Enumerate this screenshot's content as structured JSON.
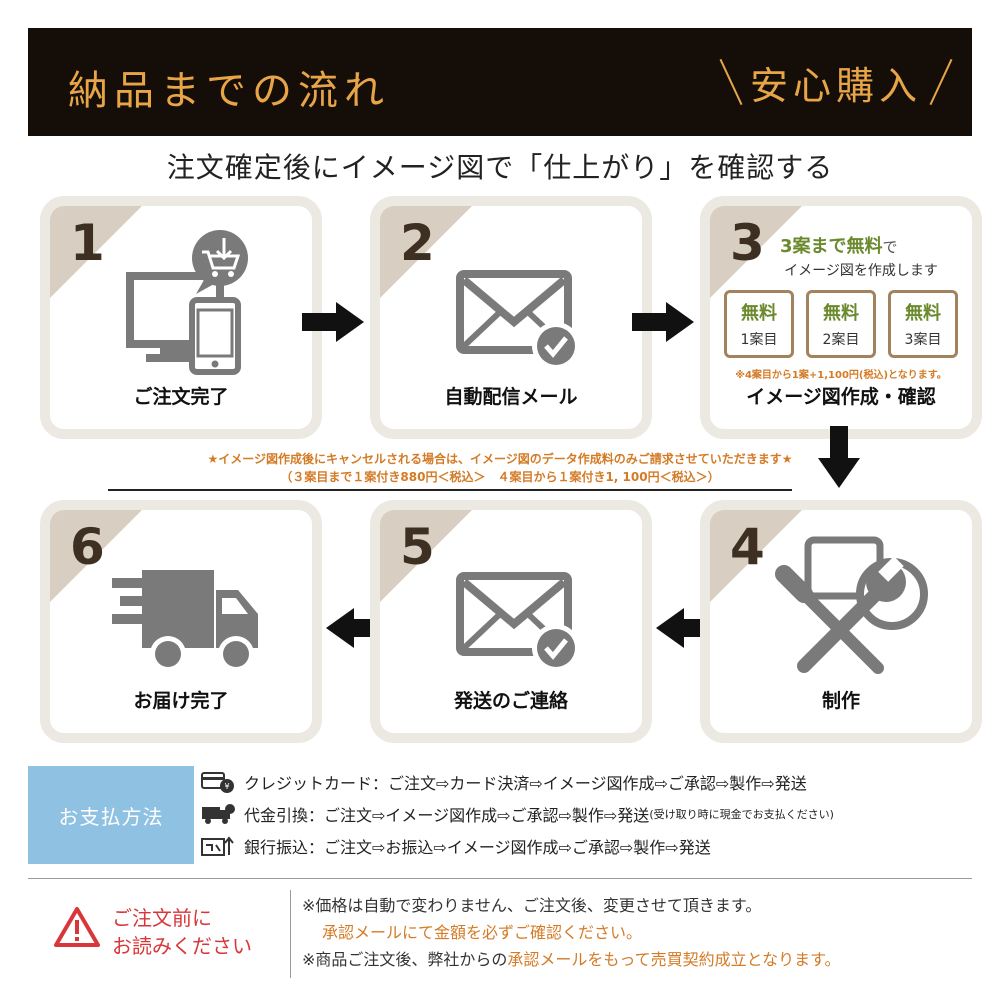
{
  "header": {
    "title": "納品までの流れ",
    "badge": "安心購入"
  },
  "subtitle": "注文確定後にイメージ図で「仕上がり」を確認する",
  "steps": [
    {
      "num": "1",
      "label": "ご注文完了",
      "icon": "computer-phone-cart-icon"
    },
    {
      "num": "2",
      "label": "自動配信メール",
      "icon": "mail-check-icon"
    },
    {
      "num": "3",
      "label": "イメージ図作成・確認",
      "icon": "free-proof-boxes"
    },
    {
      "num": "4",
      "label": "制作",
      "icon": "tools-icon"
    },
    {
      "num": "5",
      "label": "発送のご連絡",
      "icon": "mail-check-icon"
    },
    {
      "num": "6",
      "label": "お届け完了",
      "icon": "delivery-truck-icon"
    }
  ],
  "step3": {
    "highlight": "3案まで無料",
    "suffix": "で",
    "line2": "イメージ図を作成します",
    "boxes": [
      {
        "top": "無料",
        "bottom": "1案目"
      },
      {
        "top": "無料",
        "bottom": "2案目"
      },
      {
        "top": "無料",
        "bottom": "3案目"
      }
    ],
    "note": "※4案目から1案+1,100円(税込)となります。"
  },
  "notice": {
    "line1": "★イメージ図作成後にキャンセルされる場合は、イメージ図のデータ作成料のみご請求させていただきます★",
    "line2": "（３案目まで１案付き880円＜税込＞　４案目から１案付き1, 100円＜税込＞）"
  },
  "payment": {
    "label": "お支払方法",
    "rows": [
      {
        "icon": "credit-card-icon",
        "text": "クレジットカード：ご注文⇨カード決済⇨イメージ図作成⇨ご承認⇨製作⇨発送",
        "small": ""
      },
      {
        "icon": "cash-truck-icon",
        "text": "代金引換：ご注文⇨イメージ図作成⇨ご承認⇨製作⇨発送",
        "small": "(受け取り時に現金でお支払ください)"
      },
      {
        "icon": "bank-transfer-icon",
        "text": "銀行振込：ご注文⇨お振込⇨イメージ図作成⇨ご承認⇨製作⇨発送",
        "small": ""
      }
    ]
  },
  "warning": {
    "line1": "ご注文前に",
    "line2": "お読みください"
  },
  "notes": {
    "line1": "※価格は自動で変わりません、ご注文後、変更させて頂きます。",
    "line2": "承認メールにて金額を必ずご確認ください。",
    "line3_a": "※商品ご注文後、弊社からの",
    "line3_b": "承認メールをもって売買契約成立となります。"
  },
  "colors": {
    "header_bg": "#150d08",
    "accent_gold": "#e7a548",
    "corner": "#d8cfc2",
    "card_border": "#ece9e3",
    "orange": "#d47b26",
    "green": "#6b8a2e",
    "pay_blue": "#8ec1e2",
    "warn_red": "#d8373a",
    "icon_gray": "#7a7a7a"
  }
}
